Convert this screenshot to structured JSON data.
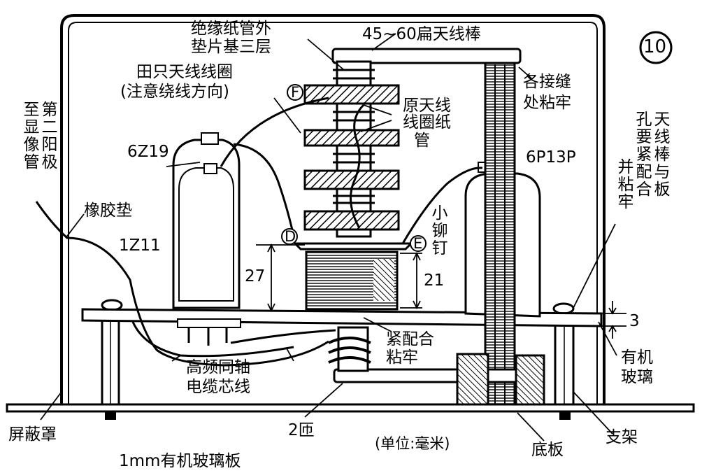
{
  "figure": {
    "number": "10",
    "labels": {
      "paper_tube": "绝缘纸管外",
      "paper_tube_2": "垫片基三层",
      "rod": "45~60扁天线棒",
      "coil_title": "田只天线线圈",
      "coil_note": "(注意绕线方向)",
      "mark_f": "F",
      "orig_coil_1": "原天线",
      "orig_coil_2": "线圈纸",
      "orig_coil_3": "管",
      "seams": "各接缝",
      "seams_2": "处粘牢",
      "tube_6z19": "6Z19",
      "tube_6p13p": "6P13P",
      "rubber": "橡胶垫",
      "tube_1z11": "1Z11",
      "mark_d": "D",
      "mark_e": "E",
      "small_rivet": "小铆钉",
      "dim_27": "27",
      "dim_21": "21",
      "dim_3": "3",
      "tight_fit": "紧配合",
      "tight_fit_2": "粘牢",
      "organic_glass": "有机",
      "organic_glass_2": "玻璃",
      "coax": "高频同轴",
      "coax_2": "电缆芯线",
      "turns": "2匝",
      "unit": "(单位:毫米)",
      "shield": "屏蔽罩",
      "bracket": "支架",
      "base": "底板",
      "plate": "1mm有机玻璃板",
      "left_v1": "至显像管",
      "left_v2": "第二阳极",
      "right_v1": "天线棒与板",
      "right_v2": "孔要紧配合",
      "right_v3": "并粘牢"
    }
  }
}
